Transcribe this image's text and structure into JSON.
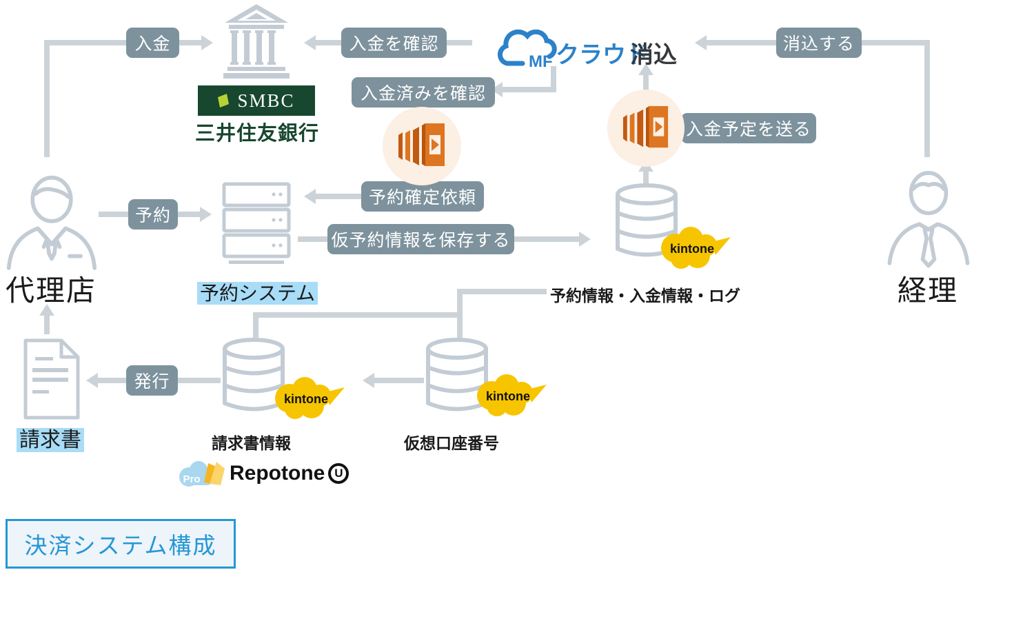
{
  "title": "決済システム構成",
  "actors": {
    "agency": "代理店",
    "accounting": "経理"
  },
  "bank": {
    "logo_text": "SMBC",
    "name": "三井住友銀行"
  },
  "mf_cloud": {
    "mf": "MF",
    "cloud": "クラウド",
    "keshikomi": "消込"
  },
  "flows": {
    "nyukin": "入金",
    "nyukin_wo_kakunin": "入金を確認",
    "keshikomi_suru": "消込する",
    "nyukinzumi_wo_kakunin": "入金済みを確認",
    "nyukin_yotei_wo_okuru": "入金予定を送る",
    "yoyaku": "予約",
    "yoyaku_kakutei_irai": "予約確定依頼",
    "kari_yoyaku_hozon": "仮予約情報を保存する",
    "hakkou": "発行"
  },
  "systems": {
    "reservation_system": "予約システム",
    "reservation_db_label": "予約情報・入金情報・ログ",
    "invoice": "請求書",
    "invoice_db_label": "請求書情報",
    "virtual_account_db_label": "仮想口座番号"
  },
  "badges": {
    "kintone": "kintone"
  },
  "repotone": {
    "pro": "Pro",
    "name": "Repotone",
    "u": "U"
  },
  "colors": {
    "label_bg": "#7d929d",
    "line_gray": "#ccd3d8",
    "icon_gray": "#c3ccd4",
    "kintone_yellow": "#f7c500",
    "lambda_orange": "#dd7622",
    "mf_blue": "#2b82c9",
    "smbc_green": "#17472e",
    "highlight_blue": "#a8dcf7",
    "title_blue": "#2597d4"
  }
}
